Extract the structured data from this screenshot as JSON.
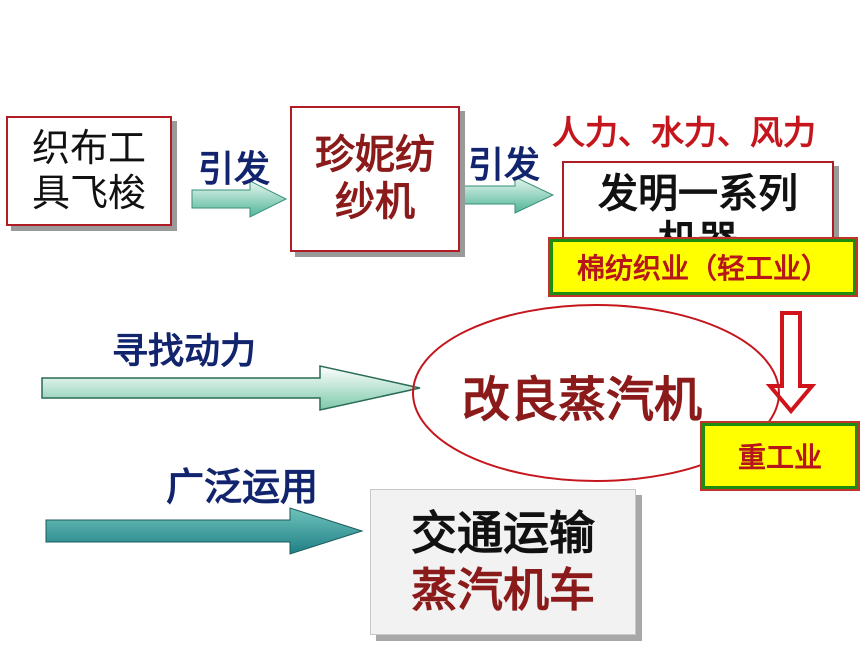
{
  "box1": {
    "line1": "织布工",
    "line2": "具飞梭"
  },
  "arrow1_label": "引发",
  "box2": {
    "line1": "珍妮纺",
    "line2": "纱机"
  },
  "arrow2_label": "引发",
  "power_sources": "人力、水力、风力",
  "box3": {
    "line1": "发明一系列",
    "line2": "机器"
  },
  "light_industry": "棉纺织业（轻工业）",
  "find_power_label": "寻找动力",
  "steam_engine": "改良蒸汽机",
  "heavy_industry": "重工业",
  "wide_use_label": "广泛运用",
  "transport_box": {
    "line1": "交通运输",
    "line2": "蒸汽机车"
  },
  "colors": {
    "dark_red": "#8b1a1a",
    "bright_red": "#c4161c",
    "navy": "#12246e",
    "green": "#1d8c11",
    "yellow": "#ffff00",
    "teal": "#3aa6a0"
  }
}
